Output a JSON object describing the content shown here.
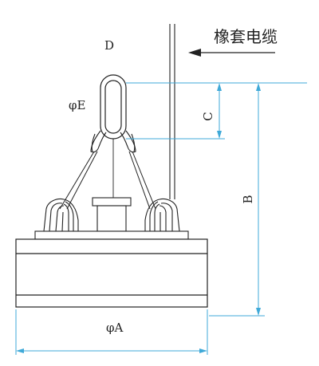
{
  "labels": {
    "D": "D",
    "phiE": "φE",
    "C": "C",
    "B": "B",
    "phiA": "φA",
    "cable": "橡套电缆"
  },
  "colors": {
    "line": "#222222",
    "dimension": "#3fa9d8"
  }
}
